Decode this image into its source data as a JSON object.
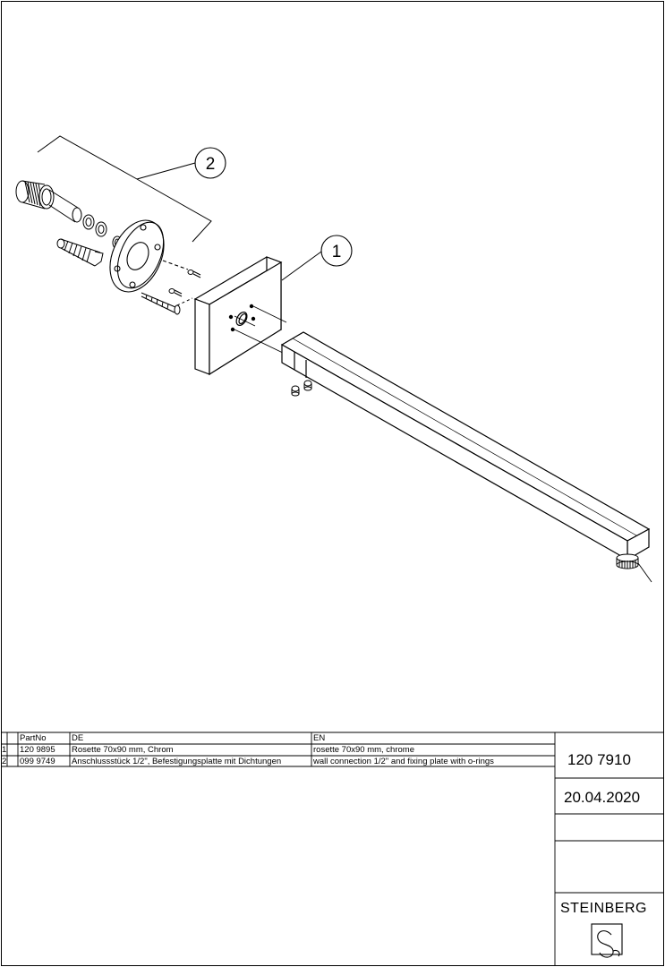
{
  "callouts": [
    {
      "number": "1"
    },
    {
      "number": "2"
    }
  ],
  "parts_table": {
    "headers": [
      "",
      "PartNo",
      "DE",
      "EN"
    ],
    "rows": [
      {
        "pos": "1",
        "part_no": "120 9895",
        "de": "Rosette 70x90 mm, Chrom",
        "en": "rosette 70x90 mm, chrome"
      },
      {
        "pos": "2",
        "part_no": "099 9749",
        "de": "Anschlussstück 1/2\", Befestigungsplatte mit Dichtungen",
        "en": "wall connection 1/2\" and fixing plate with o-rings"
      }
    ]
  },
  "title_block": {
    "article_number": "120 7910",
    "date": "20.04.2020",
    "brand": "STEINBERG",
    "logo_icon": "steinberg-s-logo-icon"
  }
}
